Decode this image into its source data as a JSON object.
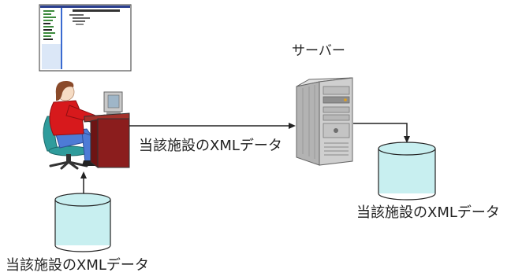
{
  "diagram": {
    "server_label": "サーバー",
    "transfer_label": "当該施設のXMLデータ",
    "server_database_label": "当該施設のXMLデータ",
    "client_database_label": "当該施設のXMLデータ"
  },
  "icons": {
    "thumbnail": "app-window-thumbnail",
    "client": "user-at-computer-icon",
    "server": "server-tower-icon",
    "database": "database-cylinder-icon"
  },
  "colors": {
    "cylinder_fill": "#c8eff0",
    "outline": "#222222",
    "shirt": "#d7191c",
    "pants": "#4d7bd6",
    "chair": "#2f9c9c",
    "desk": "#8b1d1d",
    "server": "#c9c9c9"
  }
}
